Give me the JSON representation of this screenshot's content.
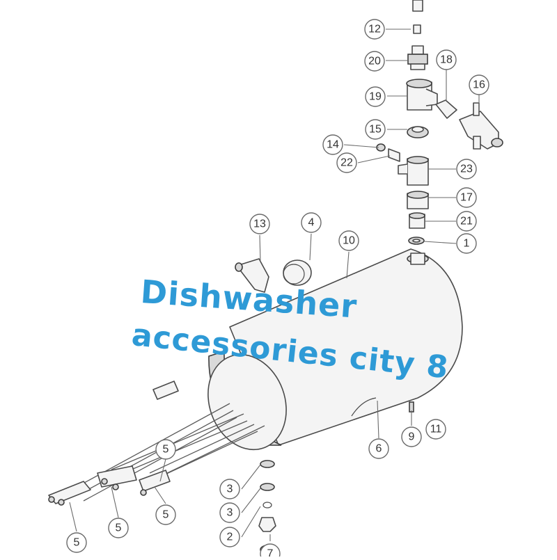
{
  "diagram": {
    "callouts": [
      "12",
      "20",
      "18",
      "19",
      "16",
      "15",
      "14",
      "22",
      "23",
      "17",
      "21",
      "1",
      "13",
      "4",
      "10",
      "6",
      "9",
      "11",
      "3",
      "3",
      "2",
      "5",
      "5",
      "5",
      "5",
      "7"
    ]
  },
  "watermark": {
    "line1": "Dishwasher",
    "line2": "accessories city 8",
    "color": "#2e9ad6"
  }
}
